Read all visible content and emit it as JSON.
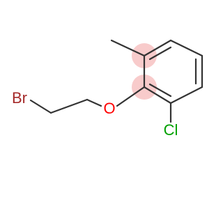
{
  "molecule": {
    "atoms": {
      "bromine": {
        "label": "Br",
        "color": "#a52a2a"
      },
      "oxygen": {
        "label": "O",
        "color": "#ff0000"
      },
      "chlorine": {
        "label": "Cl",
        "color": "#00a000"
      }
    },
    "highlight_color": "#f4a8a8",
    "bond_color": "#333333"
  }
}
